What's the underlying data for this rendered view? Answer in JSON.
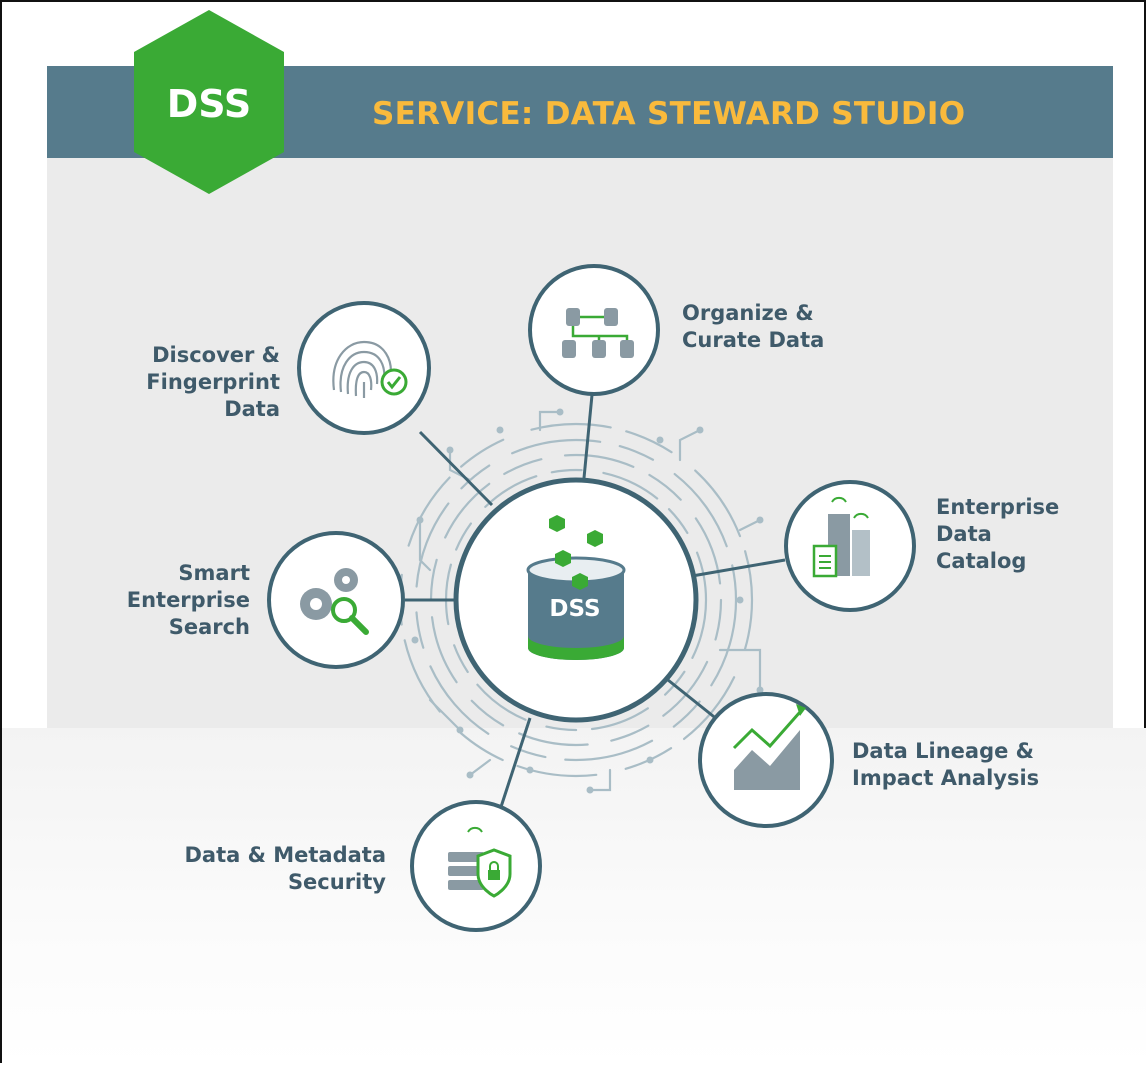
{
  "banner": {
    "badge": "DSS",
    "title": "SERVICE: DATA STEWARD STUDIO"
  },
  "center": {
    "label": "DSS"
  },
  "capabilities": [
    {
      "label": "Discover &\nFingerprint\nData",
      "icon": "fingerprint-icon"
    },
    {
      "label": "Organize &\nCurate Data",
      "icon": "database-network-icon"
    },
    {
      "label": "Enterprise\nData\nCatalog",
      "icon": "buildings-catalog-icon"
    },
    {
      "label": "Smart\nEnterprise\nSearch",
      "icon": "gears-search-icon"
    },
    {
      "label": "Data Lineage &\nImpact Analysis",
      "icon": "lineage-chart-icon"
    },
    {
      "label": "Data & Metadata\nSecurity",
      "icon": "server-shield-icon"
    }
  ],
  "colors": {
    "banner": "#567b8c",
    "title": "#f9ba3c",
    "green": "#3aaa35",
    "ring": "#3f6473",
    "text": "#3f5a6a",
    "circuit": "#a9bdc6"
  }
}
